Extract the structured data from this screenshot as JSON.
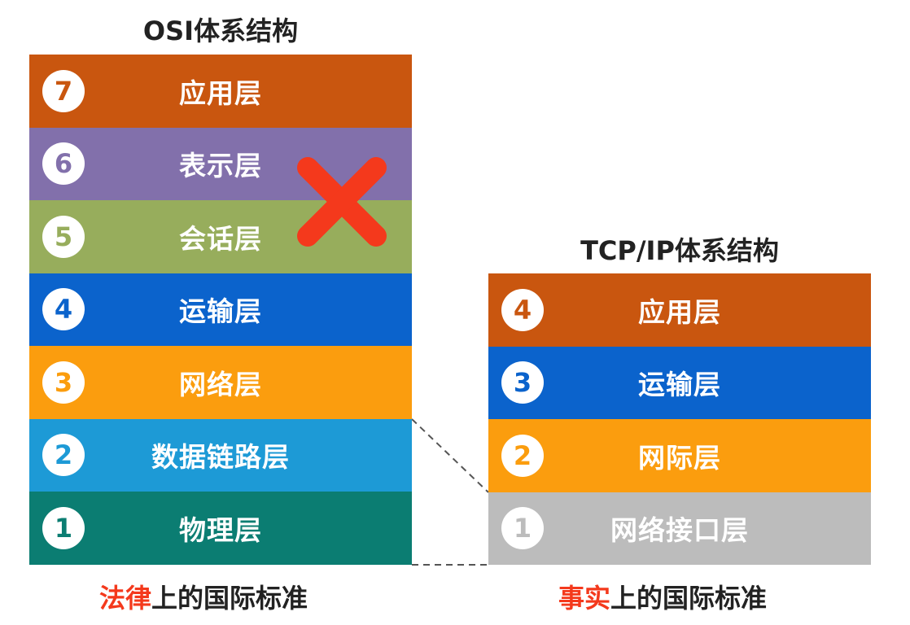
{
  "osi": {
    "title": "OSI体系结构",
    "layers": [
      {
        "num": "7",
        "name": "应用层",
        "color": "#c9560f"
      },
      {
        "num": "6",
        "name": "表示层",
        "color": "#8270ab"
      },
      {
        "num": "5",
        "name": "会话层",
        "color": "#97ad5c"
      },
      {
        "num": "4",
        "name": "运输层",
        "color": "#0b63cc"
      },
      {
        "num": "3",
        "name": "网络层",
        "color": "#fb9d0e"
      },
      {
        "num": "2",
        "name": "数据链路层",
        "color": "#1d9ad6"
      },
      {
        "num": "1",
        "name": "物理层",
        "color": "#0b7d72"
      }
    ],
    "caption_emph": "法律",
    "caption_rest": "上的国际标准"
  },
  "tcpip": {
    "title": "TCP/IP体系结构",
    "layers": [
      {
        "num": "4",
        "name": "应用层",
        "color": "#c9560f"
      },
      {
        "num": "3",
        "name": "运输层",
        "color": "#0b63cc"
      },
      {
        "num": "2",
        "name": "网际层",
        "color": "#fb9d0e"
      },
      {
        "num": "1",
        "name": "网络接口层",
        "color": "#bcbcbc"
      }
    ],
    "caption_emph": "事实",
    "caption_rest": "上的国际标准"
  },
  "cross_color": "#f4391c",
  "connector_color": "#555555"
}
